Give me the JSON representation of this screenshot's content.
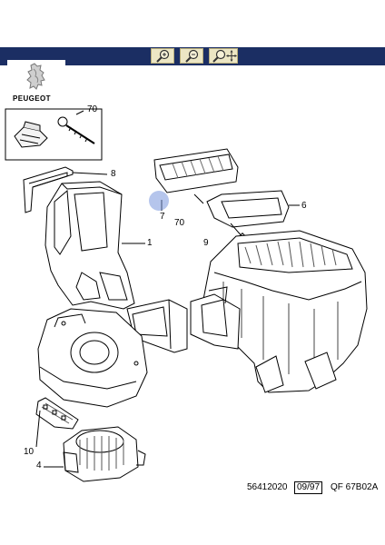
{
  "toolbar": {
    "zoom_in": "zoom-in-icon",
    "zoom_out": "zoom-out-icon",
    "zoom_move": "zoom-move-icon"
  },
  "brand": {
    "name": "PEUGEOT"
  },
  "callouts": {
    "c70_top": "70",
    "c8": "8",
    "c7": "7",
    "c70_mid": "70",
    "c6": "6",
    "c9": "9",
    "c1": "1",
    "c10": "10",
    "c4": "4"
  },
  "reference": {
    "code": "56412020",
    "date": "09/97",
    "page": "QF 67B02A"
  },
  "colors": {
    "bar": "#1b2e63",
    "tool_bg": "#ece6c4",
    "hotspot": "#7896dc"
  }
}
